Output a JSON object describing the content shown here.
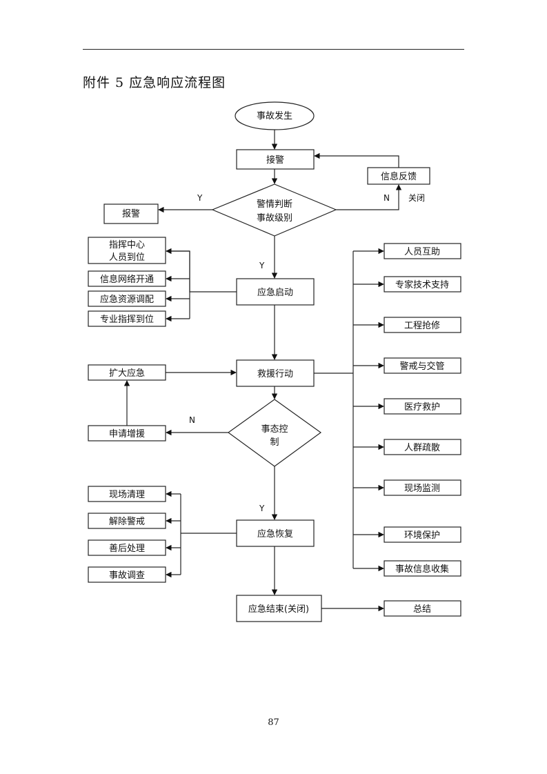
{
  "page": {
    "title": "附件 5  应急响应流程图",
    "page_number": "87"
  },
  "nodes": {
    "start": "事故发生",
    "receive": "接警",
    "feedback": "信息反馈",
    "judge_1": "警情判断",
    "judge_2": "事故级别",
    "report": "报警",
    "command_1": "指挥中心",
    "command_2": "人员到位",
    "network": "信息网络开通",
    "resources": "应急资源调配",
    "expert_command": "专业指挥到位",
    "launch": "应急启动",
    "rescue": "救援行动",
    "expand": "扩大应急",
    "apply_aid": "申请增援",
    "control_1": "事态控",
    "control_2": "制",
    "recover": "应急恢复",
    "site_clean": "现场清理",
    "lift_alert": "解除警戒",
    "aftermath": "善后处理",
    "investigation": "事故调查",
    "end": "应急结束(关闭)",
    "summary": "总结",
    "rescue_tasks": [
      "人员互助",
      "专家技术支持",
      "工程抢修",
      "警戒与交管",
      "医疗救护",
      "人群疏散",
      "现场监测",
      "环境保护",
      "事故信息收集"
    ]
  },
  "labels": {
    "yes": "Y",
    "no": "N",
    "close": "关闭"
  }
}
